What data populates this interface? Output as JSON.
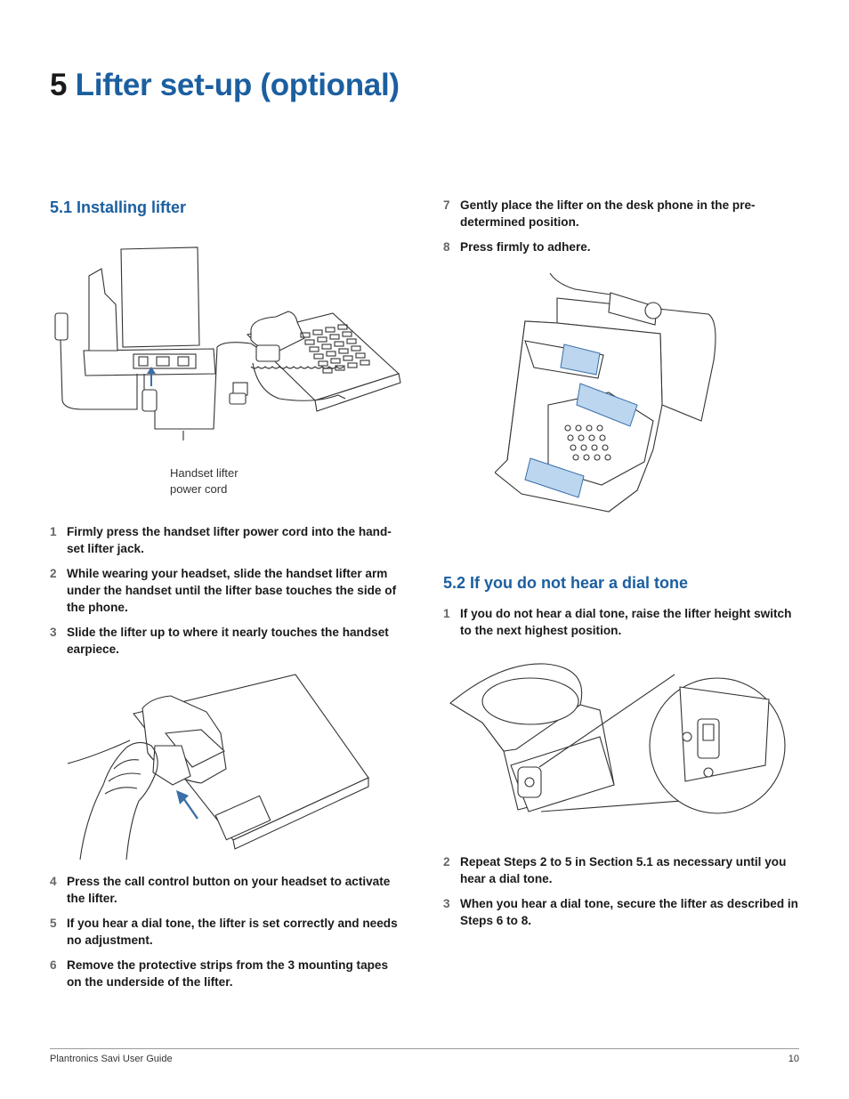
{
  "title": {
    "number": "5",
    "text": "Lifter set-up (optional)"
  },
  "section1": {
    "heading": "5.1 Installing lifter",
    "figure_caption_line1": "Handset lifter",
    "figure_caption_line2": "power cord",
    "steps_a": [
      {
        "n": "1",
        "text": "Firmly press the handset lifter power cord into the hand-set lifter jack."
      },
      {
        "n": "2",
        "text": "While wearing your headset, slide the handset lifter arm under the handset until the lifter base touches the side of the phone."
      },
      {
        "n": "3",
        "text": "Slide the lifter up to where it nearly touches the handset earpiece."
      }
    ],
    "steps_b": [
      {
        "n": "4",
        "text": "Press the call control button on your headset to activate the lifter."
      },
      {
        "n": "5",
        "text": "If you hear a dial tone, the lifter is set correctly and needs no adjustment."
      },
      {
        "n": "6",
        "text": "Remove the protective strips from the 3 mounting tapes on the underside of the lifter."
      }
    ]
  },
  "right_top_steps": [
    {
      "n": "7",
      "text": "Gently place the lifter on the desk phone in the pre-determined position."
    },
    {
      "n": "8",
      "text": "Press firmly to adhere."
    }
  ],
  "section2": {
    "heading": "5.2 If you do not hear a dial tone",
    "steps_a": [
      {
        "n": "1",
        "text": "If you do not hear a dial tone, raise the lifter height switch to the next highest position."
      }
    ],
    "steps_b": [
      {
        "n": "2",
        "text": "Repeat Steps 2 to 5 in Section 5.1 as necessary until you hear a dial tone."
      },
      {
        "n": "3",
        "text": "When you hear a dial tone, secure the lifter as described in Steps 6 to 8."
      }
    ]
  },
  "footer": {
    "left": "Plantronics Savi User Guide",
    "page": "10"
  },
  "colors": {
    "accent": "#1b5fa0",
    "text": "#1a1a1a",
    "rule": "#9a9a9a"
  }
}
